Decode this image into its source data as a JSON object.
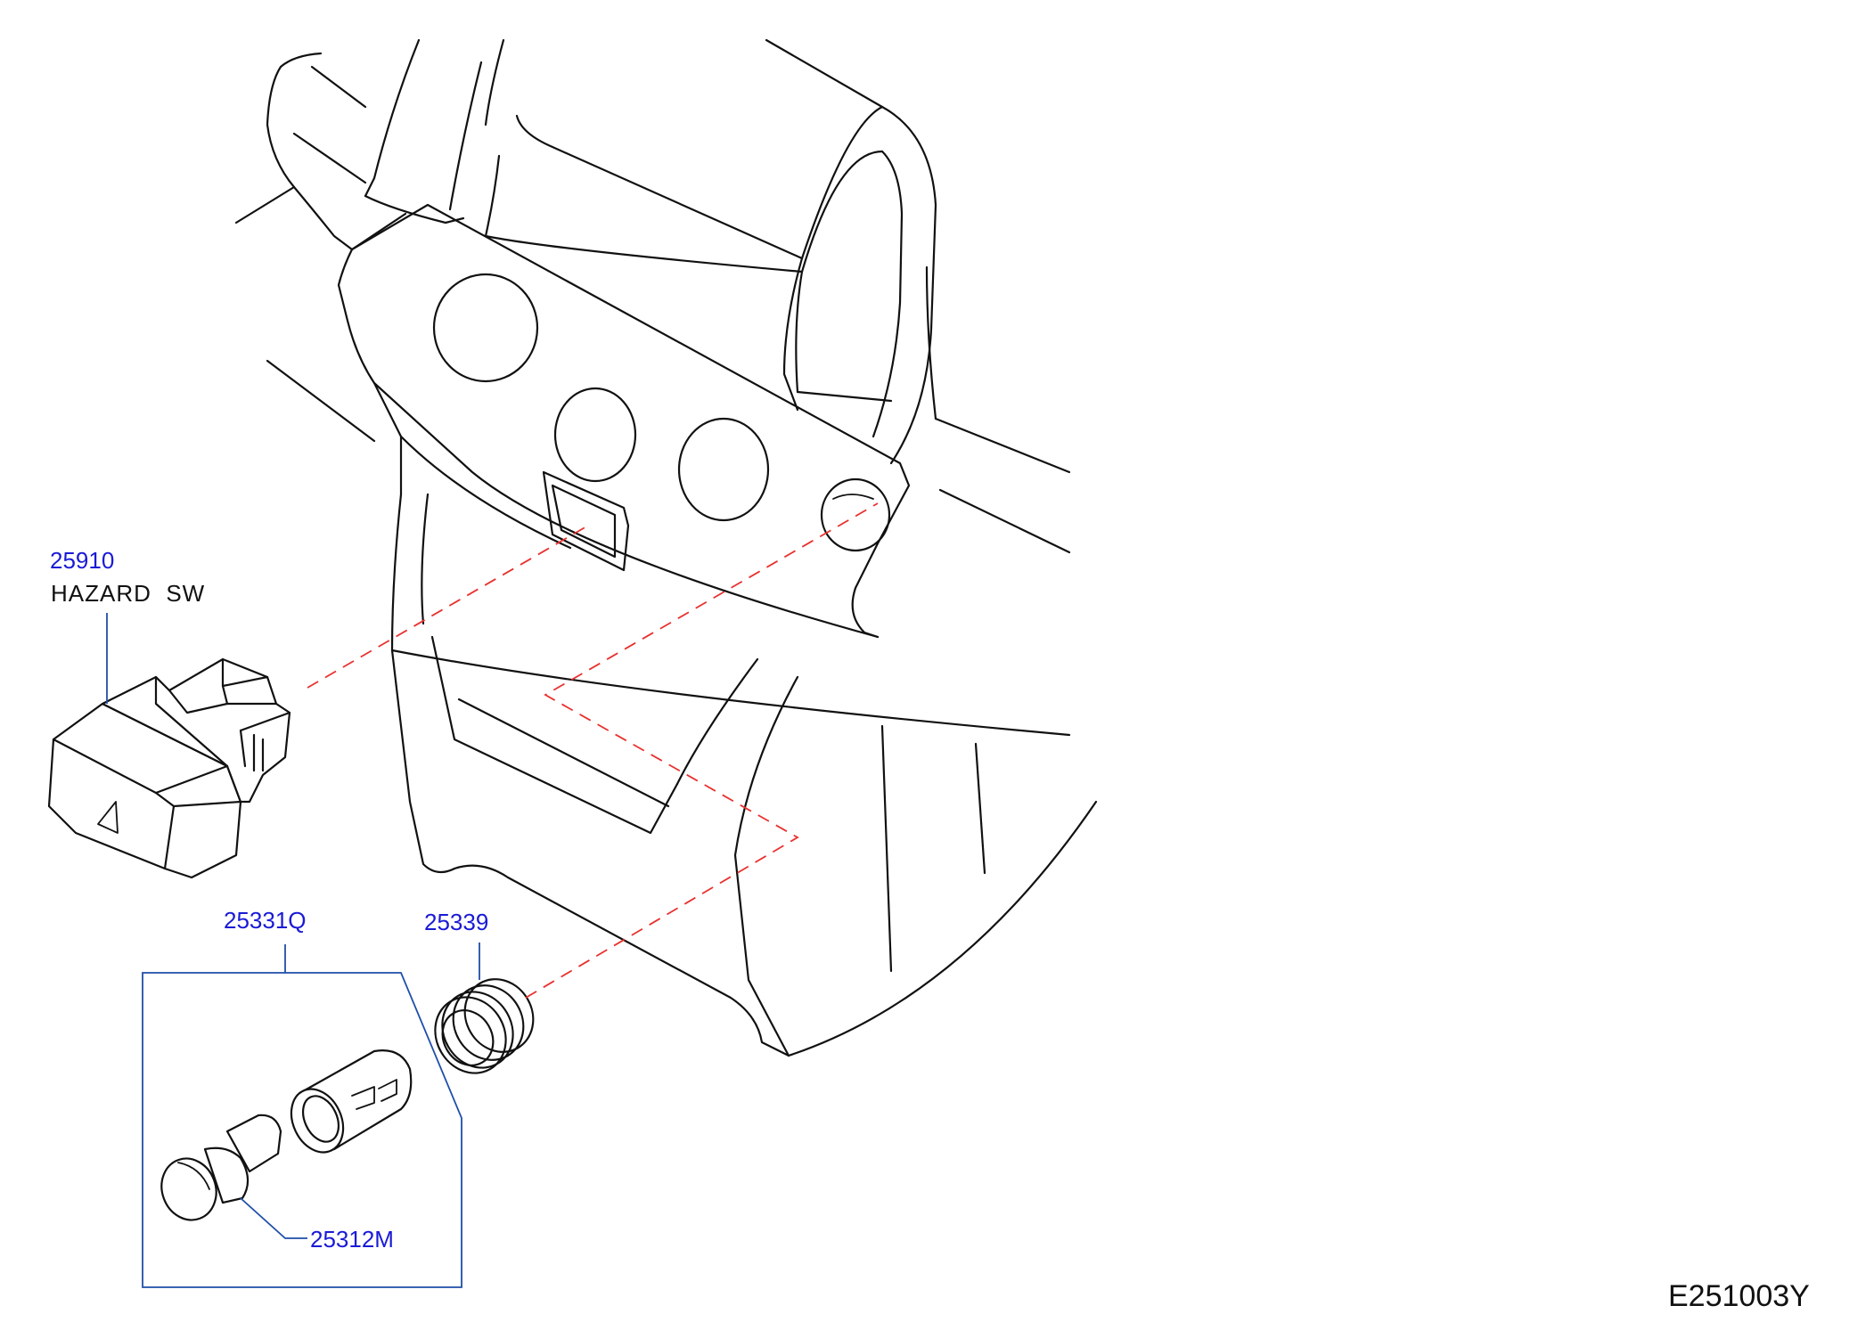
{
  "colors": {
    "part_number": "#1a1ad6",
    "leader": "#1f4fa8",
    "dashed_guide": "#e8312f",
    "line_art": "#111111"
  },
  "parts": {
    "hazard_switch": {
      "number": "25910",
      "name": "HAZARD  SW"
    },
    "cigarette_lighter_assembly": {
      "number": "25331Q"
    },
    "lighter_ring": {
      "number": "25339"
    },
    "lighter_plug": {
      "number": "25312M"
    }
  },
  "diagram_code": "E251003Y"
}
